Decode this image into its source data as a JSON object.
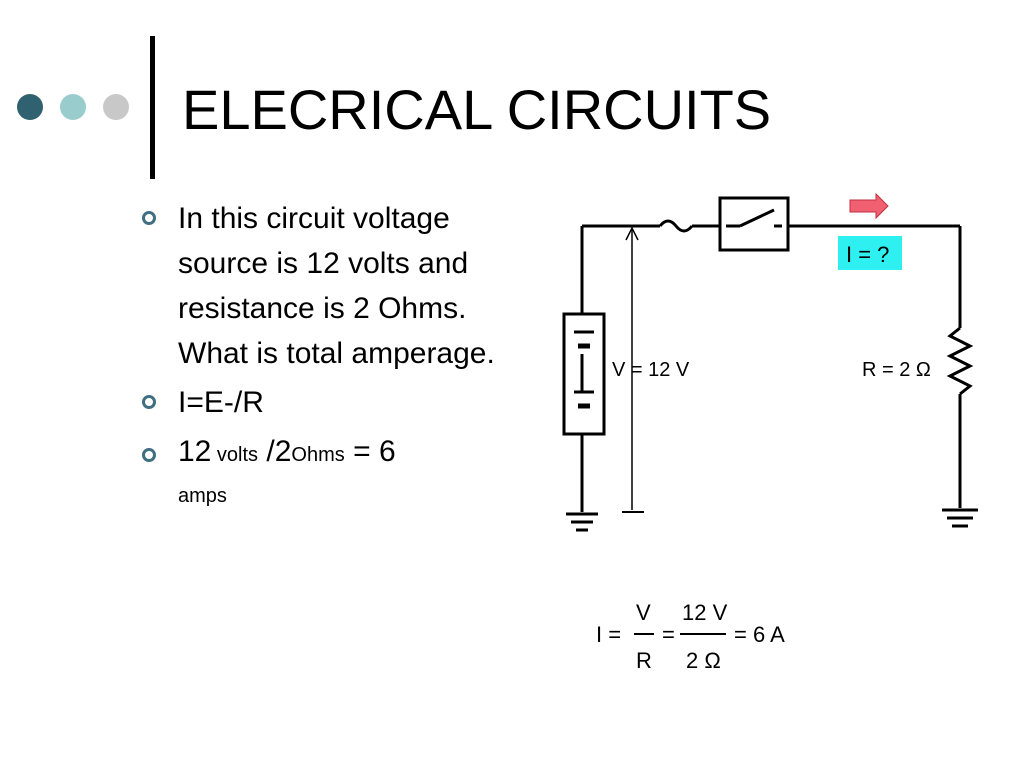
{
  "slide": {
    "title": "ELECRICAL CIRCUITS",
    "accent_colors": [
      "#2f6170",
      "#99cccc",
      "#c8c8c8"
    ]
  },
  "bullets": [
    {
      "text": "In this circuit voltage source is 12 volts and resistance is 2 Ohms. What is total amperage."
    },
    {
      "text": "I=E-/R"
    },
    {
      "parts": [
        "12",
        " volts",
        " /2",
        "Ohms",
        " = 6",
        " amps"
      ]
    }
  ],
  "diagram": {
    "voltage_label": "V = 12 V",
    "resistance_label": "R = 2 Ω",
    "current_label": "I = ?",
    "current_label_color": "#2ef0f0",
    "arrow_color": "#f06070",
    "formula": {
      "lhs": "I =",
      "frac1_num": "V",
      "frac1_den": "R",
      "eq1": "=",
      "frac2_num": "12 V",
      "frac2_den": "2 Ω",
      "result": "= 6 A"
    }
  }
}
